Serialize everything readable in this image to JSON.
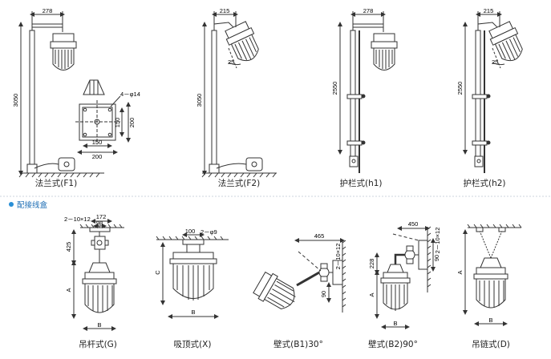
{
  "top_figures": [
    {
      "caption": "法兰式(F1)",
      "height": "3050",
      "arm": "278"
    },
    {
      "caption": "法兰式(F2)",
      "height": "3050",
      "arm": "215",
      "angle": "25"
    },
    {
      "caption": "护栏式(h1)",
      "height": "2550",
      "arm": "278"
    },
    {
      "caption": "护栏式(h2)",
      "height": "2550",
      "arm": "215",
      "angle": "25"
    }
  ],
  "flange_detail": {
    "holes": "4－φ14",
    "inner_w": "150",
    "outer_w": "200",
    "inner_h": "150",
    "outer_h": "200"
  },
  "section_title": "配接线盒",
  "bottom_figures": [
    {
      "caption": "吊杆式(G)",
      "hole_label": "2－10×12",
      "top_dim": "172",
      "inner_dim": "98",
      "height": "425",
      "dim_a": "A",
      "dim_b": "B"
    },
    {
      "caption": "吸顶式(X)",
      "top_dim": "100",
      "hole_label": "2－φ9",
      "dim_c": "C",
      "dim_b": "B"
    },
    {
      "caption": "壁式(B1)30°",
      "top_dim": "465",
      "hole_label": "2－10×12",
      "side_dim": "90"
    },
    {
      "caption": "壁式(B2)90°",
      "top_dim": "450",
      "hole_label": "2－10×12",
      "side_dim": "90",
      "height": "228",
      "dim_a": "A",
      "dim_b": "B"
    },
    {
      "caption": "吊链式(D)",
      "dim_a": "A",
      "dim_b": "B"
    }
  ],
  "colors": {
    "line": "#333333",
    "accent": "#1f6fb5",
    "bullet": "#2a8fd6"
  }
}
